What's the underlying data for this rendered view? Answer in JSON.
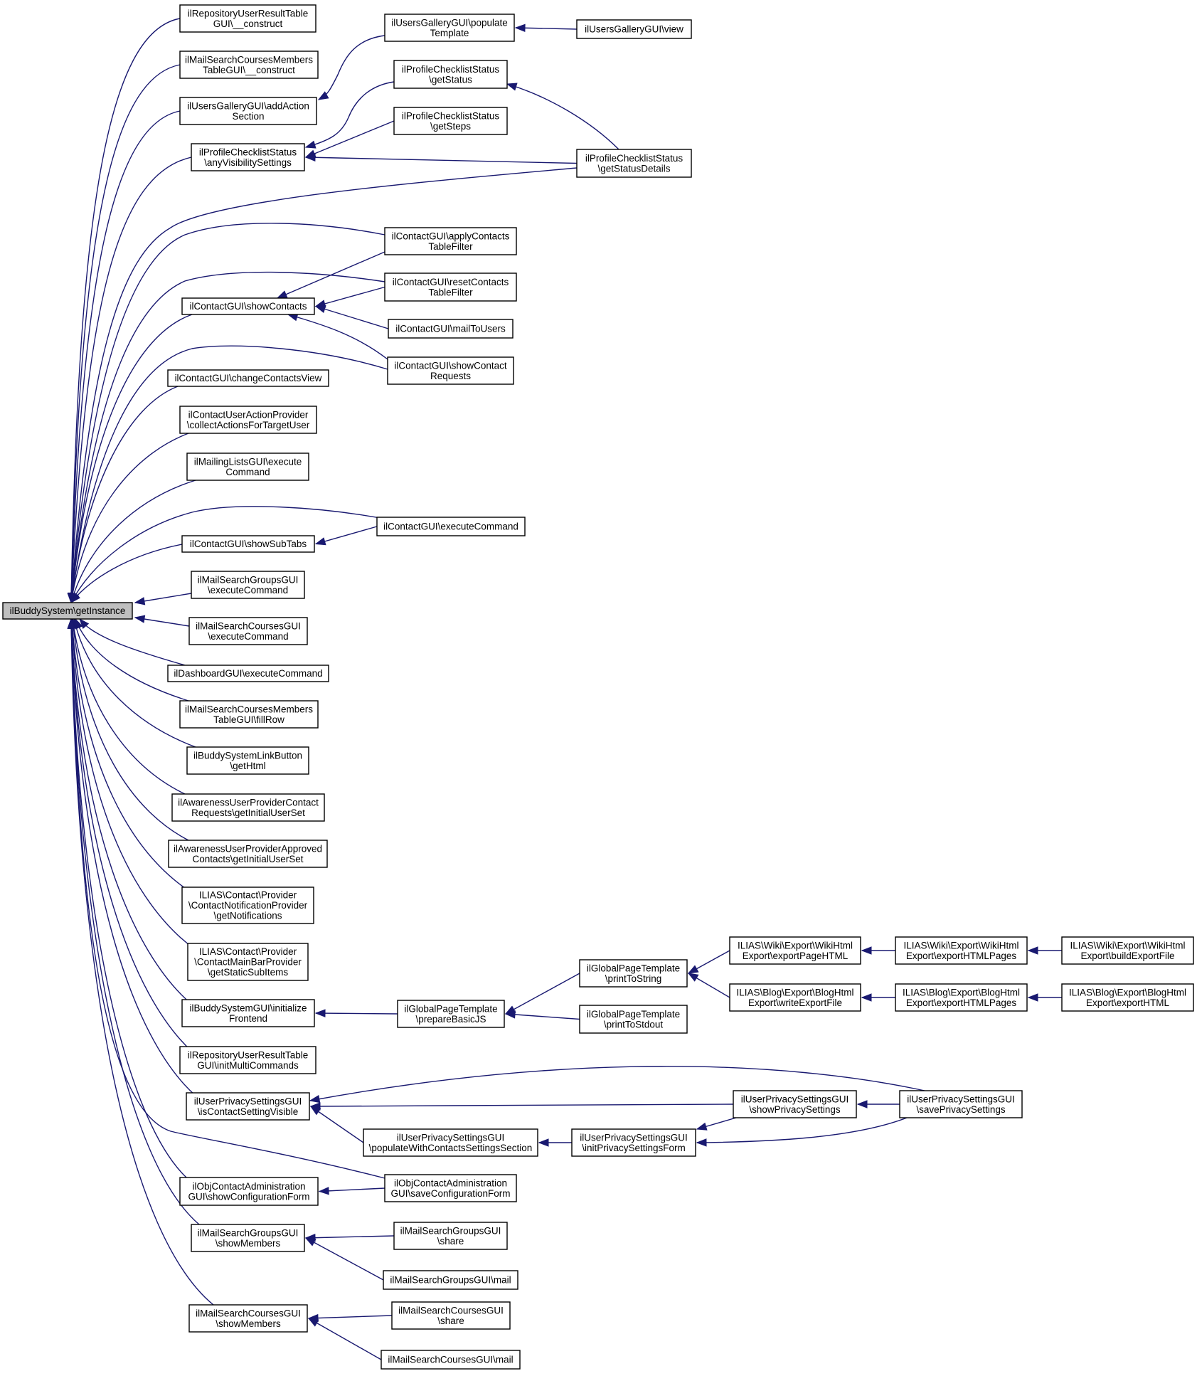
{
  "diagram": {
    "edge_color": "#191970",
    "root_fill": "#bfbfbf",
    "node_fill": "#ffffff",
    "nodes": [
      {
        "id": "root",
        "lines": [
          "ilBuddySystem\\getInstance"
        ],
        "root": true
      },
      {
        "id": "repoResultConstruct",
        "lines": [
          "ilRepositoryUserResultTable",
          "GUI\\__construct"
        ]
      },
      {
        "id": "mailSearchCoursesMembersConstruct",
        "lines": [
          "ilMailSearchCoursesMembers",
          "TableGUI\\__construct"
        ]
      },
      {
        "id": "usersGalleryAddAction",
        "lines": [
          "ilUsersGalleryGUI\\addAction",
          "Section"
        ]
      },
      {
        "id": "profileAnyVisibility",
        "lines": [
          "ilProfileChecklistStatus",
          "\\anyVisibilitySettings"
        ]
      },
      {
        "id": "contactShowContacts",
        "lines": [
          "ilContactGUI\\showContacts"
        ]
      },
      {
        "id": "contactChangeView",
        "lines": [
          "ilContactGUI\\changeContactsView"
        ]
      },
      {
        "id": "contactUserActionProvider",
        "lines": [
          "ilContactUserActionProvider",
          "\\collectActionsForTargetUser"
        ]
      },
      {
        "id": "mailingListsExecute",
        "lines": [
          "ilMailingListsGUI\\execute",
          "Command"
        ]
      },
      {
        "id": "contactShowSubTabs",
        "lines": [
          "ilContactGUI\\showSubTabs"
        ]
      },
      {
        "id": "mailSearchGroupsExecute",
        "lines": [
          "ilMailSearchGroupsGUI",
          "\\executeCommand"
        ]
      },
      {
        "id": "mailSearchCoursesExecute",
        "lines": [
          "ilMailSearchCoursesGUI",
          "\\executeCommand"
        ]
      },
      {
        "id": "dashboardExecute",
        "lines": [
          "ilDashboardGUI\\executeCommand"
        ]
      },
      {
        "id": "mailSearchCoursesMembersFillRow",
        "lines": [
          "ilMailSearchCoursesMembers",
          "TableGUI\\fillRow"
        ]
      },
      {
        "id": "buddyLinkButtonGetHtml",
        "lines": [
          "ilBuddySystemLinkButton",
          "\\getHtml"
        ]
      },
      {
        "id": "awarenessContactRequests",
        "lines": [
          "ilAwarenessUserProviderContact",
          "Requests\\getInitialUserSet"
        ]
      },
      {
        "id": "awarenessApprovedContacts",
        "lines": [
          "ilAwarenessUserProviderApproved",
          "Contacts\\getInitialUserSet"
        ]
      },
      {
        "id": "contactNotificationProvider",
        "lines": [
          "ILIAS\\Contact\\Provider",
          "\\ContactNotificationProvider",
          "\\getNotifications"
        ]
      },
      {
        "id": "contactMainBarProvider",
        "lines": [
          "ILIAS\\Contact\\Provider",
          "\\ContactMainBarProvider",
          "\\getStaticSubItems"
        ]
      },
      {
        "id": "buddySystemInitFrontend",
        "lines": [
          "ilBuddySystemGUI\\initialize",
          "Frontend"
        ]
      },
      {
        "id": "repoResultInitMulti",
        "lines": [
          "ilRepositoryUserResultTable",
          "GUI\\initMultiCommands"
        ]
      },
      {
        "id": "privacyIsContactVisible",
        "lines": [
          "ilUserPrivacySettingsGUI",
          "\\isContactSettingVisible"
        ]
      },
      {
        "id": "objContactShowConfig",
        "lines": [
          "ilObjContactAdministration",
          "GUI\\showConfigurationForm"
        ]
      },
      {
        "id": "mailSearchGroupsShowMembers",
        "lines": [
          "ilMailSearchGroupsGUI",
          "\\showMembers"
        ]
      },
      {
        "id": "mailSearchCoursesShowMembers",
        "lines": [
          "ilMailSearchCoursesGUI",
          "\\showMembers"
        ]
      },
      {
        "id": "usersGalleryPopulate",
        "lines": [
          "ilUsersGalleryGUI\\populate",
          "Template"
        ]
      },
      {
        "id": "profileGetStatus",
        "lines": [
          "ilProfileChecklistStatus",
          "\\getStatus"
        ]
      },
      {
        "id": "profileGetSteps",
        "lines": [
          "ilProfileChecklistStatus",
          "\\getSteps"
        ]
      },
      {
        "id": "contactApplyFilter",
        "lines": [
          "ilContactGUI\\applyContacts",
          "TableFilter"
        ]
      },
      {
        "id": "contactResetFilter",
        "lines": [
          "ilContactGUI\\resetContacts",
          "TableFilter"
        ]
      },
      {
        "id": "contactMailToUsers",
        "lines": [
          "ilContactGUI\\mailToUsers"
        ]
      },
      {
        "id": "contactShowRequests",
        "lines": [
          "ilContactGUI\\showContact",
          "Requests"
        ]
      },
      {
        "id": "contactExecuteCommand",
        "lines": [
          "ilContactGUI\\executeCommand"
        ]
      },
      {
        "id": "globalPrepareBasicJS",
        "lines": [
          "ilGlobalPageTemplate",
          "\\prepareBasicJS"
        ]
      },
      {
        "id": "privacyPopulateContacts",
        "lines": [
          "ilUserPrivacySettingsGUI",
          "\\populateWithContactsSettingsSection"
        ]
      },
      {
        "id": "objContactSaveConfig",
        "lines": [
          "ilObjContactAdministration",
          "GUI\\saveConfigurationForm"
        ]
      },
      {
        "id": "mailSearchGroupsShare",
        "lines": [
          "ilMailSearchGroupsGUI",
          "\\share"
        ]
      },
      {
        "id": "mailSearchGroupsMail",
        "lines": [
          "ilMailSearchGroupsGUI\\mail"
        ]
      },
      {
        "id": "mailSearchCoursesShare",
        "lines": [
          "ilMailSearchCoursesGUI",
          "\\share"
        ]
      },
      {
        "id": "mailSearchCoursesMail",
        "lines": [
          "ilMailSearchCoursesGUI\\mail"
        ]
      },
      {
        "id": "usersGalleryView",
        "lines": [
          "ilUsersGalleryGUI\\view"
        ]
      },
      {
        "id": "profileGetStatusDetails",
        "lines": [
          "ilProfileChecklistStatus",
          "\\getStatusDetails"
        ]
      },
      {
        "id": "globalPrintToString",
        "lines": [
          "ilGlobalPageTemplate",
          "\\printToString"
        ]
      },
      {
        "id": "globalPrintToStdout",
        "lines": [
          "ilGlobalPageTemplate",
          "\\printToStdout"
        ]
      },
      {
        "id": "privacyInitForm",
        "lines": [
          "ilUserPrivacySettingsGUI",
          "\\initPrivacySettingsForm"
        ]
      },
      {
        "id": "wikiExportPageHTML",
        "lines": [
          "ILIAS\\Wiki\\Export\\WikiHtml",
          "Export\\exportPageHTML"
        ]
      },
      {
        "id": "blogWriteExportFile",
        "lines": [
          "ILIAS\\Blog\\Export\\BlogHtml",
          "Export\\writeExportFile"
        ]
      },
      {
        "id": "privacyShowSettings",
        "lines": [
          "ilUserPrivacySettingsGUI",
          "\\showPrivacySettings"
        ]
      },
      {
        "id": "wikiExportHTMLPages",
        "lines": [
          "ILIAS\\Wiki\\Export\\WikiHtml",
          "Export\\exportHTMLPages"
        ]
      },
      {
        "id": "blogExportHTMLPages",
        "lines": [
          "ILIAS\\Blog\\Export\\BlogHtml",
          "Export\\exportHTMLPages"
        ]
      },
      {
        "id": "privacySaveSettings",
        "lines": [
          "ilUserPrivacySettingsGUI",
          "\\savePrivacySettings"
        ]
      },
      {
        "id": "wikiBuildExportFile",
        "lines": [
          "ILIAS\\Wiki\\Export\\WikiHtml",
          "Export\\buildExportFile"
        ]
      },
      {
        "id": "blogExportHTML",
        "lines": [
          "ILIAS\\Blog\\Export\\BlogHtml",
          "Export\\exportHTML"
        ]
      }
    ],
    "edges": [
      {
        "from": "repoResultConstruct",
        "to": "root"
      },
      {
        "from": "mailSearchCoursesMembersConstruct",
        "to": "root"
      },
      {
        "from": "usersGalleryAddAction",
        "to": "root"
      },
      {
        "from": "profileAnyVisibility",
        "to": "root"
      },
      {
        "from": "profileGetStatusDetails",
        "to": "root"
      },
      {
        "from": "contactApplyFilter",
        "to": "root"
      },
      {
        "from": "contactResetFilter",
        "to": "root"
      },
      {
        "from": "contactShowContacts",
        "to": "root"
      },
      {
        "from": "contactShowRequests",
        "to": "root"
      },
      {
        "from": "contactChangeView",
        "to": "root"
      },
      {
        "from": "contactUserActionProvider",
        "to": "root"
      },
      {
        "from": "mailingListsExecute",
        "to": "root"
      },
      {
        "from": "contactExecuteCommand",
        "to": "root"
      },
      {
        "from": "contactShowSubTabs",
        "to": "root"
      },
      {
        "from": "mailSearchGroupsExecute",
        "to": "root"
      },
      {
        "from": "mailSearchCoursesExecute",
        "to": "root"
      },
      {
        "from": "dashboardExecute",
        "to": "root"
      },
      {
        "from": "mailSearchCoursesMembersFillRow",
        "to": "root"
      },
      {
        "from": "buddyLinkButtonGetHtml",
        "to": "root"
      },
      {
        "from": "awarenessContactRequests",
        "to": "root"
      },
      {
        "from": "awarenessApprovedContacts",
        "to": "root"
      },
      {
        "from": "contactNotificationProvider",
        "to": "root"
      },
      {
        "from": "contactMainBarProvider",
        "to": "root"
      },
      {
        "from": "buddySystemInitFrontend",
        "to": "root"
      },
      {
        "from": "repoResultInitMulti",
        "to": "root"
      },
      {
        "from": "privacyIsContactVisible",
        "to": "root"
      },
      {
        "from": "objContactSaveConfig",
        "to": "root"
      },
      {
        "from": "objContactShowConfig",
        "to": "root"
      },
      {
        "from": "mailSearchGroupsShowMembers",
        "to": "root"
      },
      {
        "from": "mailSearchCoursesShowMembers",
        "to": "root"
      },
      {
        "from": "usersGalleryPopulate",
        "to": "usersGalleryAddAction"
      },
      {
        "from": "usersGalleryView",
        "to": "usersGalleryPopulate"
      },
      {
        "from": "profileGetStatus",
        "to": "profileAnyVisibility"
      },
      {
        "from": "profileGetSteps",
        "to": "profileAnyVisibility"
      },
      {
        "from": "profileGetStatusDetails",
        "to": "profileAnyVisibility"
      },
      {
        "from": "profileGetStatusDetails",
        "to": "profileGetStatus"
      },
      {
        "from": "contactApplyFilter",
        "to": "contactShowContacts"
      },
      {
        "from": "contactResetFilter",
        "to": "contactShowContacts"
      },
      {
        "from": "contactMailToUsers",
        "to": "contactShowContacts"
      },
      {
        "from": "contactShowRequests",
        "to": "contactShowContacts"
      },
      {
        "from": "contactExecuteCommand",
        "to": "contactShowSubTabs"
      },
      {
        "from": "globalPrepareBasicJS",
        "to": "buddySystemInitFrontend"
      },
      {
        "from": "globalPrintToString",
        "to": "globalPrepareBasicJS"
      },
      {
        "from": "globalPrintToStdout",
        "to": "globalPrepareBasicJS"
      },
      {
        "from": "wikiExportPageHTML",
        "to": "globalPrintToString"
      },
      {
        "from": "blogWriteExportFile",
        "to": "globalPrintToString"
      },
      {
        "from": "wikiExportHTMLPages",
        "to": "wikiExportPageHTML"
      },
      {
        "from": "blogExportHTMLPages",
        "to": "blogWriteExportFile"
      },
      {
        "from": "wikiBuildExportFile",
        "to": "wikiExportHTMLPages"
      },
      {
        "from": "blogExportHTML",
        "to": "blogExportHTMLPages"
      },
      {
        "from": "privacySaveSettings",
        "to": "privacyIsContactVisible"
      },
      {
        "from": "privacyShowSettings",
        "to": "privacyIsContactVisible"
      },
      {
        "from": "privacyPopulateContacts",
        "to": "privacyIsContactVisible"
      },
      {
        "from": "privacyInitForm",
        "to": "privacyPopulateContacts"
      },
      {
        "from": "privacyShowSettings",
        "to": "privacyInitForm"
      },
      {
        "from": "privacySaveSettings",
        "to": "privacyInitForm"
      },
      {
        "from": "privacySaveSettings",
        "to": "privacyShowSettings"
      },
      {
        "from": "objContactSaveConfig",
        "to": "objContactShowConfig"
      },
      {
        "from": "mailSearchGroupsShare",
        "to": "mailSearchGroupsShowMembers"
      },
      {
        "from": "mailSearchGroupsMail",
        "to": "mailSearchGroupsShowMembers"
      },
      {
        "from": "mailSearchCoursesShare",
        "to": "mailSearchCoursesShowMembers"
      },
      {
        "from": "mailSearchCoursesMail",
        "to": "mailSearchCoursesShowMembers"
      }
    ]
  }
}
